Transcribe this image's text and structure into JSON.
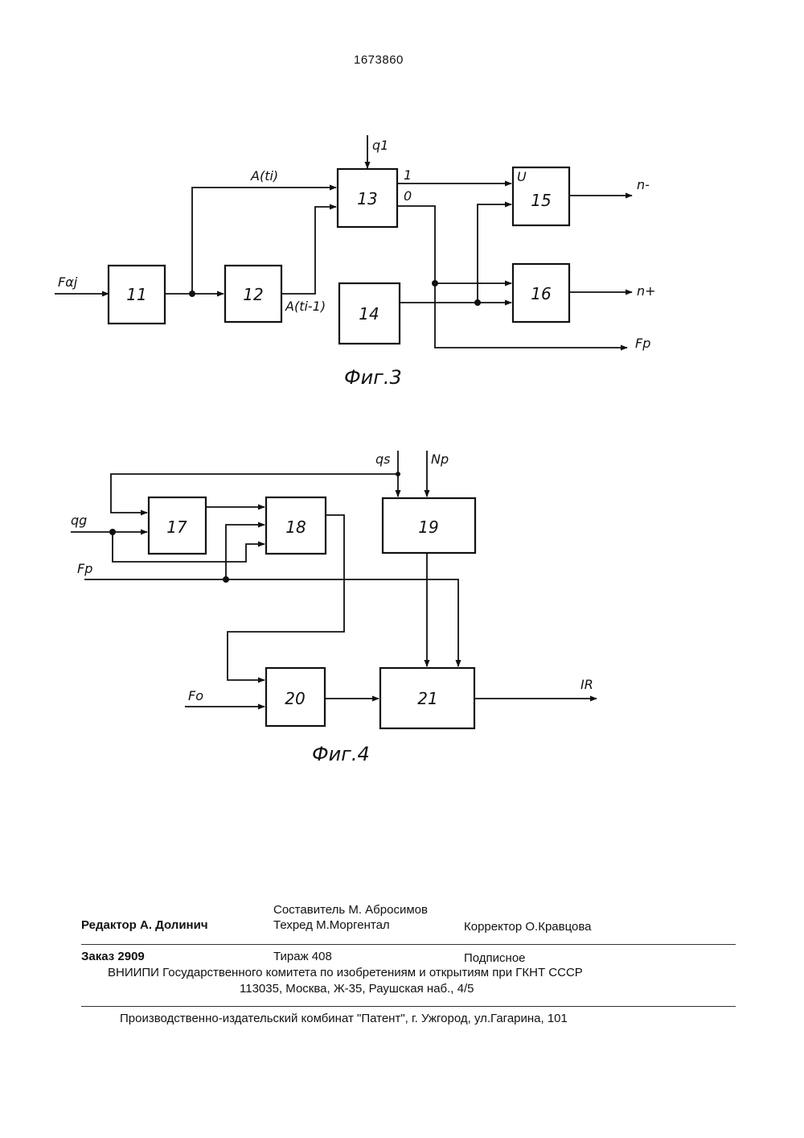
{
  "patent_number": "1673860",
  "fig3": {
    "caption": "Фиг.3",
    "blocks": {
      "b11": "11",
      "b12": "12",
      "b13": "13",
      "b14": "14",
      "b15": "15",
      "b16": "16"
    },
    "labels": {
      "input": "Fαj",
      "a_ti": "A(ti)",
      "a_ti1": "A(ti-1)",
      "q1": "q1",
      "out1": "1",
      "out0": "0",
      "u": "U",
      "n_minus": "n-",
      "n_plus": "n+",
      "fp": "Fp"
    }
  },
  "fig4": {
    "caption": "Фиг.4",
    "blocks": {
      "b17": "17",
      "b18": "18",
      "b19": "19",
      "b20": "20",
      "b21": "21"
    },
    "labels": {
      "qs": "qs",
      "np": "Np",
      "qg": "qg",
      "fp": "Fp",
      "fo": "Fo",
      "ir": "IR"
    }
  },
  "imprint": {
    "compiler": "Составитель  М. Абросимов",
    "editor": "Редактор А. Долинич",
    "techred": "Техред М.Моргентал",
    "corrector": "Корректор О.Кравцова",
    "order": "Заказ  2909",
    "circulation": "Тираж 408",
    "subscription": "Подписное",
    "institute": "ВНИИПИ Государственного комитета по изобретениям и открытиям при ГКНТ СССР",
    "address": "113035, Москва, Ж-35, Раушская наб., 4/5",
    "publisher": "Производственно-издательский комбинат \"Патент\", г. Ужгород, ул.Гагарина, 101"
  }
}
